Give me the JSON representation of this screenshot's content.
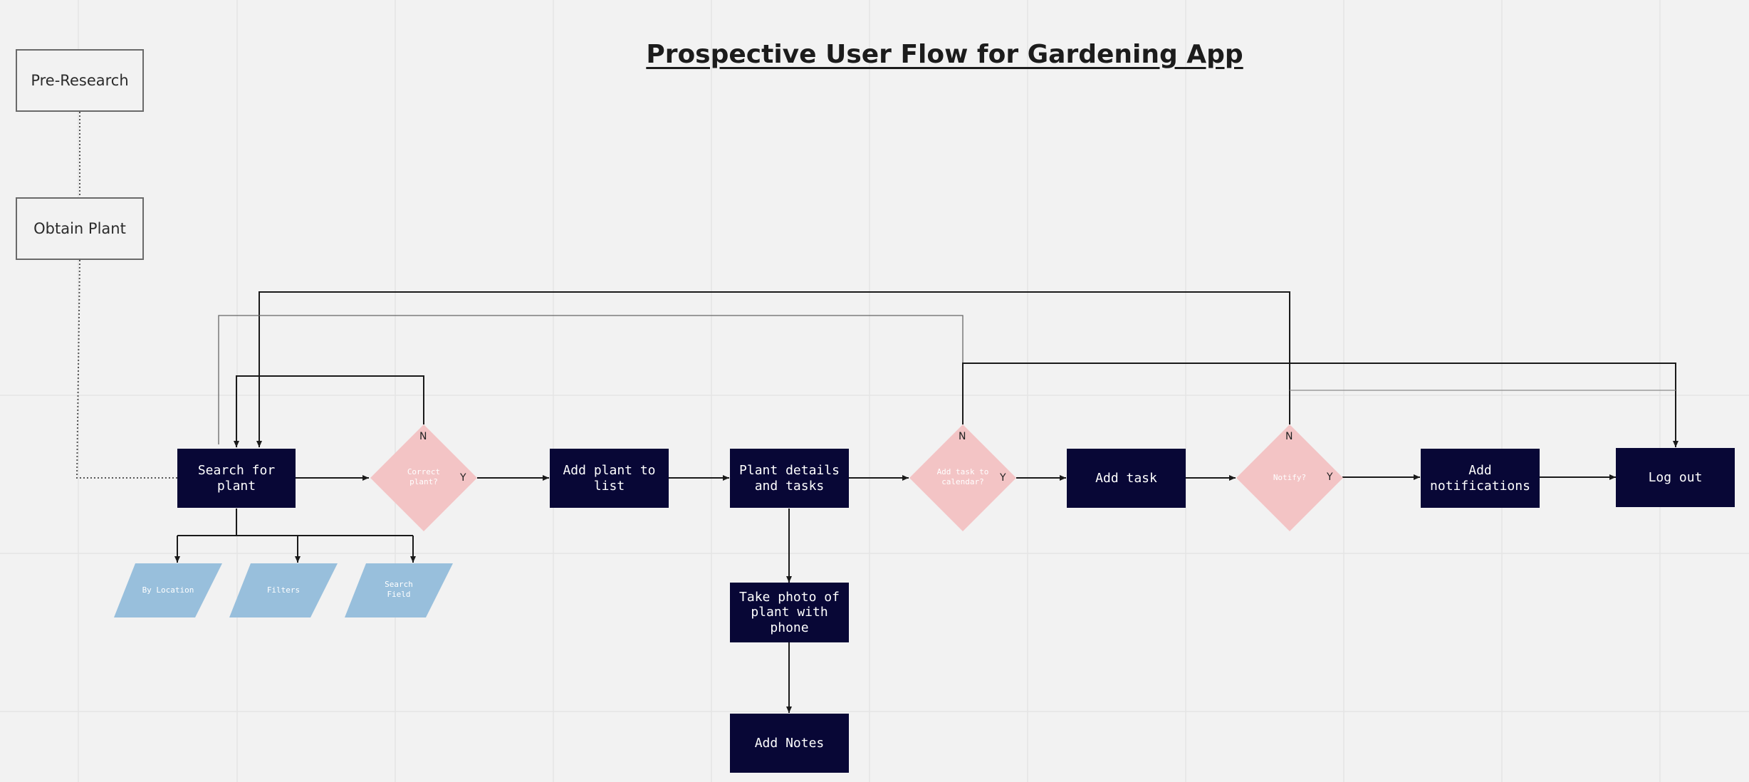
{
  "title": "Prospective User Flow for Gardening App",
  "colors": {
    "process": "#080736",
    "decision": "#f3c4c5",
    "input": "#98bfdc",
    "background": "#f2f2f2",
    "line": "#1a1a1a"
  },
  "pre_steps": [
    "Pre-Research",
    "Obtain Plant"
  ],
  "process_nodes": {
    "search": "Search for plant",
    "add_list": "Add plant to\nlist",
    "details": "Plant details\nand tasks",
    "photo": "Take photo of\nplant with phone",
    "notes": "Add Notes",
    "add_task": "Add task",
    "add_notif": "Add\nnotifications",
    "logout": "Log out"
  },
  "decisions": {
    "correct": "Correct\nplant?",
    "calendar": "Add task to\ncalendar?",
    "notify": "Notify?"
  },
  "decision_branches": {
    "yes": "Y",
    "no": "N"
  },
  "search_options": [
    "By Location",
    "Filters",
    "Search\nField"
  ]
}
